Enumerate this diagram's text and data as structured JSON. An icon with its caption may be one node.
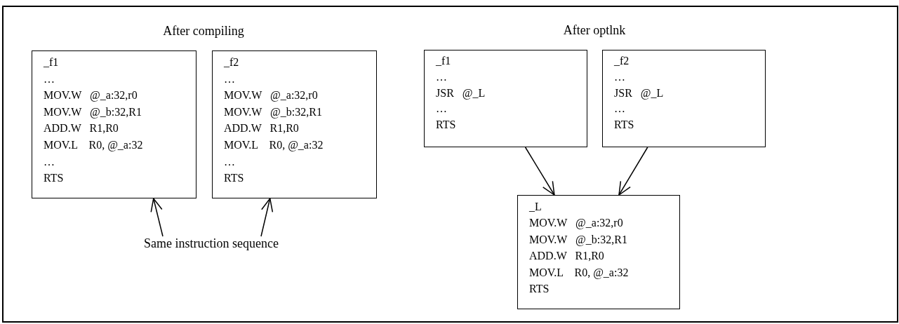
{
  "diagram": {
    "nodes": [
      {
        "text": [
          "_f1",
          "…",
          "MOV.W   @_a:32,r0",
          "MOV.W   @_b:32,R1",
          "ADD.W   R1,R0",
          "MOV.L    R0, @_a:32",
          "…",
          "RTS"
        ]
      },
      {
        "text": [
          "_f2",
          "…",
          "MOV.W   @_a:32,r0",
          "MOV.W   @_b:32,R1",
          "ADD.W   R1,R0",
          "MOV.L    R0, @_a:32",
          "…",
          "RTS"
        ]
      },
      {
        "text": [
          "_f1",
          "…",
          "JSR   @_L",
          "…",
          "RTS"
        ]
      },
      {
        "text": [
          "_f2",
          "…",
          "JSR   @_L",
          "…",
          "RTS"
        ]
      },
      {
        "text": [
          "_L",
          "MOV.W   @_a:32,r0",
          "MOV.W   @_b:32,R1",
          "ADD.W   R1,R0",
          "MOV.L    R0, @_a:32",
          "RTS"
        ]
      },
      {
        "text": [
          "Same instruction sequence"
        ]
      }
    ],
    "edges": [
      {
        "from": 5,
        "to": 0,
        "arrow": "to"
      },
      {
        "from": 5,
        "to": 1,
        "arrow": "to"
      },
      {
        "from": 2,
        "to": 4,
        "arrow": "to"
      },
      {
        "from": 3,
        "to": 4,
        "arrow": "to"
      }
    ],
    "labels": [
      "After compiling",
      "After optlnk"
    ]
  }
}
